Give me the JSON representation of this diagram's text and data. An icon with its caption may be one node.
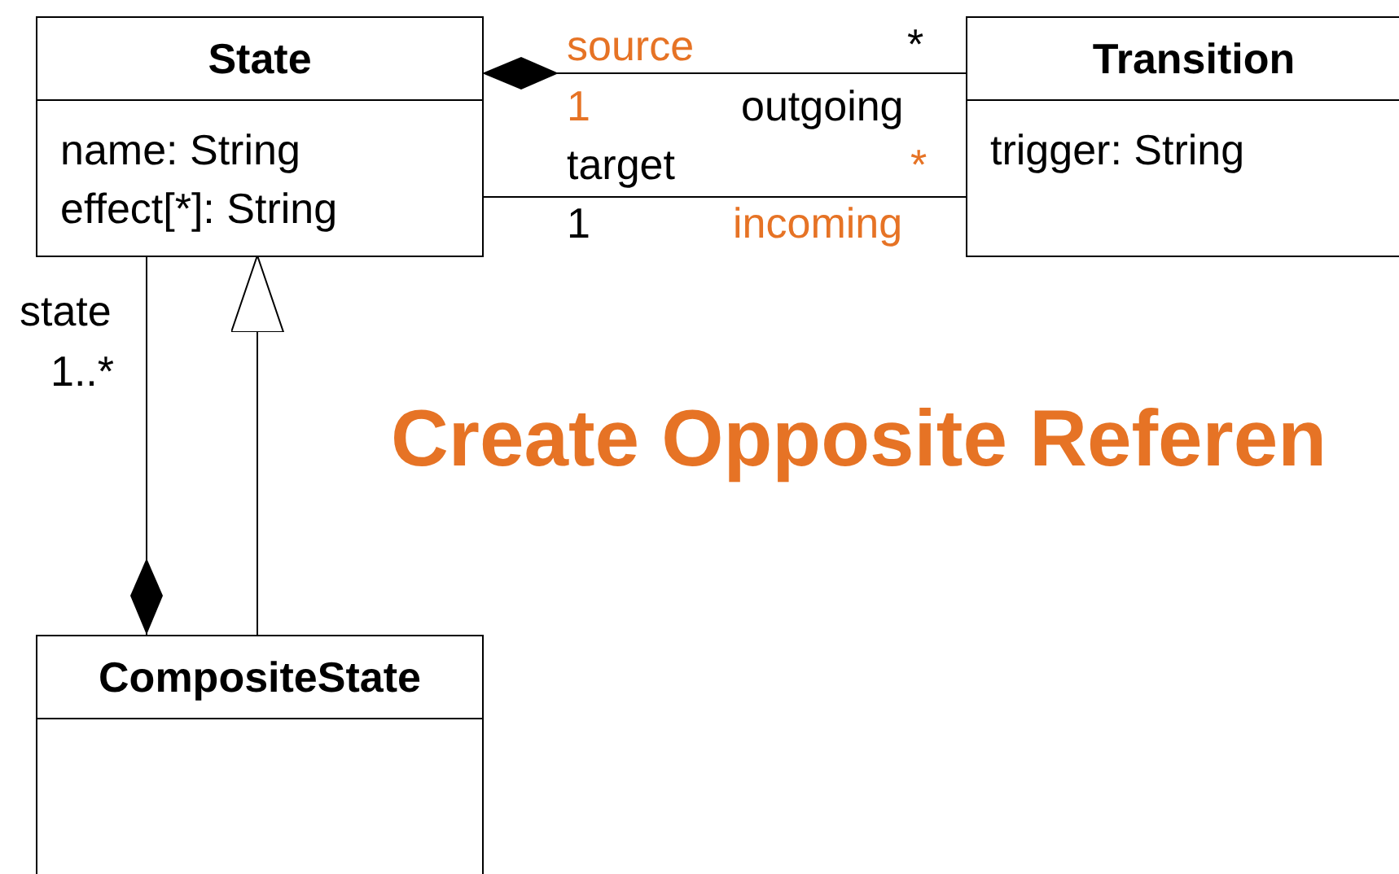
{
  "diagram": {
    "title": "Create Opposite Referen",
    "nodes": [
      {
        "text": [
          "State",
          "name: String",
          "effect[*]: String"
        ]
      },
      {
        "text": [
          "Transition",
          "trigger: String"
        ]
      },
      {
        "text": [
          "CompositeState"
        ]
      }
    ],
    "edges": [
      {
        "from": 1,
        "to": 0,
        "arrow": "other"
      },
      {
        "from": 1,
        "to": 0,
        "arrow": "none"
      },
      {
        "from": 0,
        "to": 2,
        "arrow": "other"
      },
      {
        "from": 2,
        "to": 0,
        "arrow": "to"
      }
    ],
    "labels": [
      "source",
      "*",
      "1",
      "outgoing",
      "target",
      "*",
      "1",
      "incoming",
      "state",
      "1..*"
    ]
  }
}
